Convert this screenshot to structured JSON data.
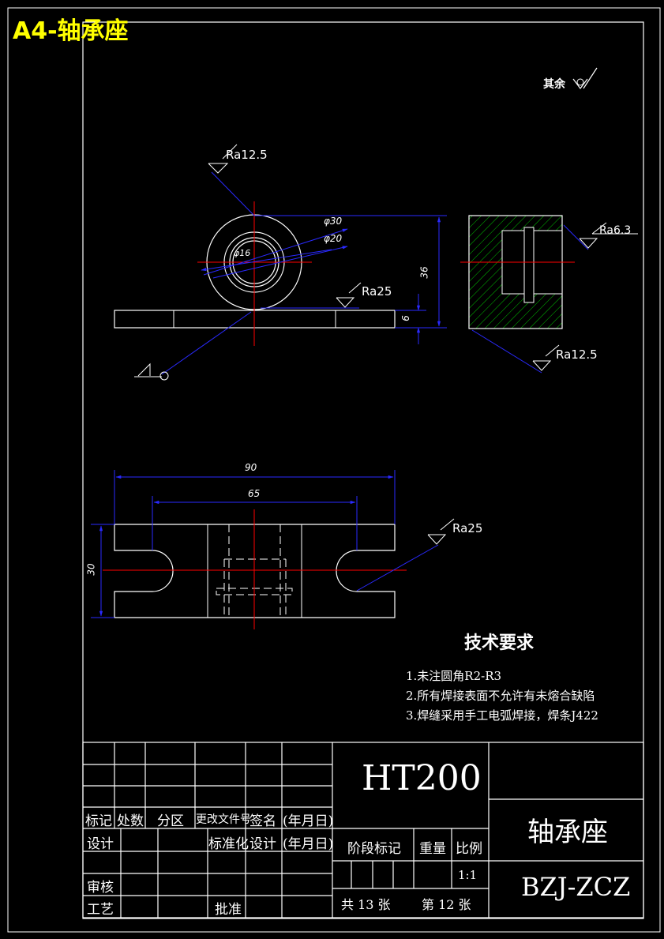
{
  "sheet_title": "A4-轴承座",
  "surface_finish": {
    "general_label": "其余",
    "top_view": "Ra12.5",
    "side_right": "Ra6.3",
    "side_bottom": "Ra12.5",
    "base_top": "Ra25",
    "bottom_view": "Ra25"
  },
  "dimensions": {
    "outer_dia": "φ30",
    "mid_dia": "φ20",
    "inner_dia": "φ16",
    "height": "36",
    "base_thickness": "6",
    "total_width": "90",
    "slot_spacing": "65",
    "depth": "30"
  },
  "tech_requirements": {
    "title": "技术要求",
    "items": [
      "1.未注圆角R2-R3",
      "2.所有焊接表面不允许有未熔合缺陷",
      "3.焊缝采用手工电弧焊接，焊条J422"
    ]
  },
  "title_block": {
    "material": "HT200",
    "part_name": "轴承座",
    "drawing_no": "BZJ-ZCZ",
    "col_mark": "标记",
    "col_count": "处数",
    "col_zone": "分区",
    "col_doc": "更改文件号",
    "col_sign": "签名",
    "col_date": "(年月日)",
    "design": "设计",
    "standard": "标准化",
    "design2": "设计",
    "date2": "(年月日)",
    "review": "审核",
    "process": "工艺",
    "approve": "批准",
    "stage_mark": "阶段标记",
    "weight": "重量",
    "scale_label": "比例",
    "scale": "1:1",
    "total_sheets": "共 13 张",
    "sheet_no": "第 12 张"
  },
  "colors": {
    "background": "#000000",
    "outline": "#ffffff",
    "dimension": "#0000ff",
    "centerline": "#ff0000",
    "hatch": "#00ff00",
    "title": "#ffff00"
  }
}
